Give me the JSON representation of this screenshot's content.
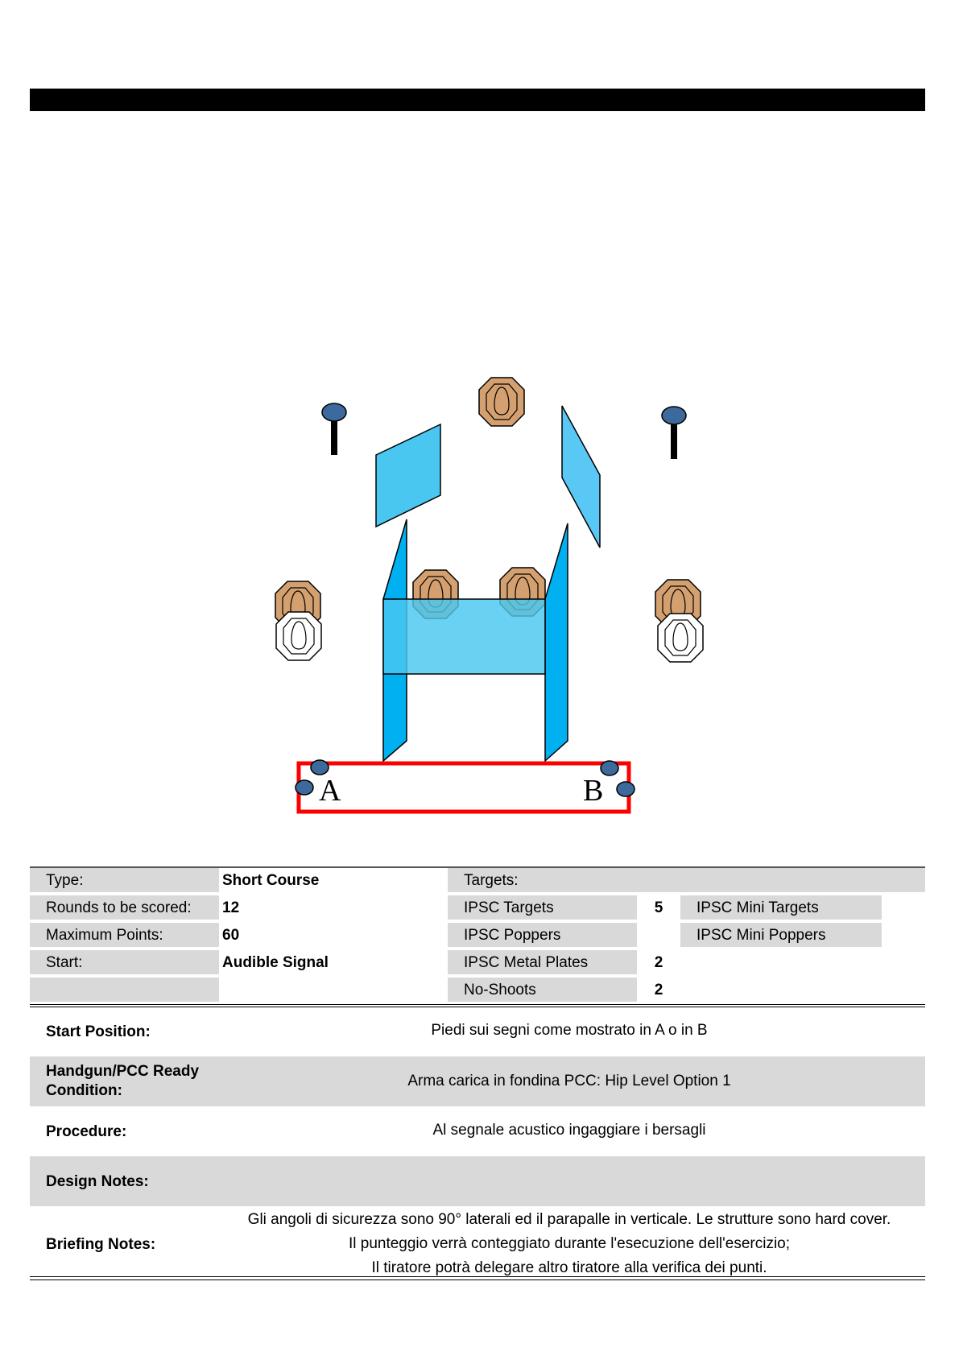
{
  "diagram": {
    "marker_a": "A",
    "marker_b": "B",
    "colors": {
      "wall": "#00b0f0",
      "wall_fill": "#49c7f0",
      "target": "#d4a06f",
      "no_shoot": "#ffffff",
      "popper": "#3d6a9c",
      "fault_line": "#ff0000"
    }
  },
  "stage_info": {
    "type_label": "Type:",
    "type_value": "Short Course",
    "rounds_label": "Rounds to be scored:",
    "rounds_value": "12",
    "max_points_label": "Maximum Points:",
    "max_points_value": "60",
    "start_label": "Start:",
    "start_value": "Audible Signal",
    "targets_label": "Targets:",
    "targets": [
      {
        "label": "IPSC Targets",
        "count": "5"
      },
      {
        "label": "IPSC Poppers",
        "count": ""
      },
      {
        "label": "IPSC Metal Plates",
        "count": "2"
      },
      {
        "label": "No-Shoots",
        "count": "2"
      }
    ],
    "mini_targets": [
      {
        "label": "IPSC Mini Targets"
      },
      {
        "label": "IPSC Mini Poppers"
      }
    ]
  },
  "details": {
    "start_position_label": "Start Position:",
    "start_position_value": "Piedi sui segni come mostrato in A o in B",
    "ready_condition_label": "Handgun/PCC Ready Condition:",
    "ready_condition_value": "Arma carica in fondina PCC: Hip Level Option 1",
    "procedure_label": "Procedure:",
    "procedure_value": "Al segnale acustico ingaggiare i bersagli",
    "design_notes_label": "Design Notes:",
    "design_notes_value": "",
    "briefing_notes_label": "Briefing Notes:",
    "briefing_notes_lines": [
      "Gli angoli di sicurezza sono 90° laterali ed il parapalle in verticale. Le strutture sono hard cover.",
      "Il punteggio verrà conteggiato durante l'esecuzione dell'esercizio;",
      "Il tiratore potrà delegare altro tiratore alla verifica dei punti."
    ]
  }
}
